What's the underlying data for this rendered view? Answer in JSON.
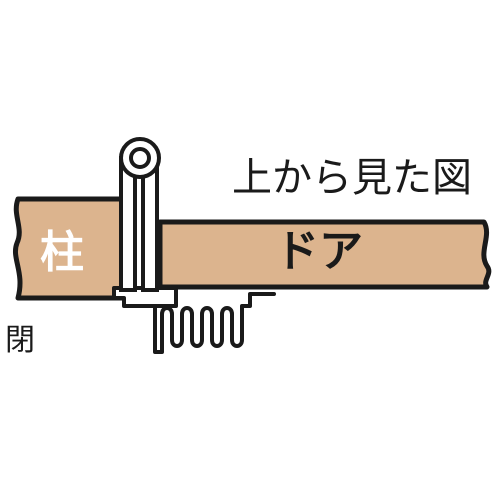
{
  "caption": "上から見た図",
  "pillar_label": "柱",
  "door_label": "ドア",
  "state_label": "閉",
  "colors": {
    "wood": "#dcb48e",
    "outline": "#1a1a1a",
    "metal": "#ffffff",
    "background": "#ffffff"
  }
}
